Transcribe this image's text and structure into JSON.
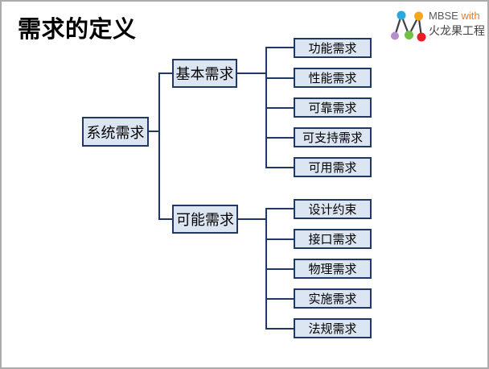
{
  "slide": {
    "title": "需求的定义",
    "logo": {
      "mbse": "MBSE",
      "with": "with",
      "company": "火龙果工程"
    },
    "tree": {
      "root": {
        "label": "系统需求"
      },
      "branches": [
        {
          "label": "基本需求",
          "children": [
            {
              "label": "功能需求"
            },
            {
              "label": "性能需求"
            },
            {
              "label": "可靠需求"
            },
            {
              "label": "可支持需求"
            },
            {
              "label": "可用需求"
            }
          ]
        },
        {
          "label": "可能需求",
          "children": [
            {
              "label": "设计约束"
            },
            {
              "label": "接口需求"
            },
            {
              "label": "物理需求"
            },
            {
              "label": "实施需求"
            },
            {
              "label": "法规需求"
            }
          ]
        }
      ]
    },
    "colors": {
      "node_fill": "#dce6f2",
      "node_border": "#1f3864",
      "connector": "#1f3864",
      "frame_border": "#ababab",
      "title_color": "#000000",
      "logo_mbse": "#58595b",
      "logo_with": "#f47b20",
      "logo_company": "#414042",
      "logo_dot_blue": "#2aa9e0",
      "logo_dot_orange": "#f9a51b",
      "logo_dot_purple": "#b58fc9",
      "logo_dot_green": "#71bf44",
      "logo_dot_red": "#ec1c24"
    }
  }
}
